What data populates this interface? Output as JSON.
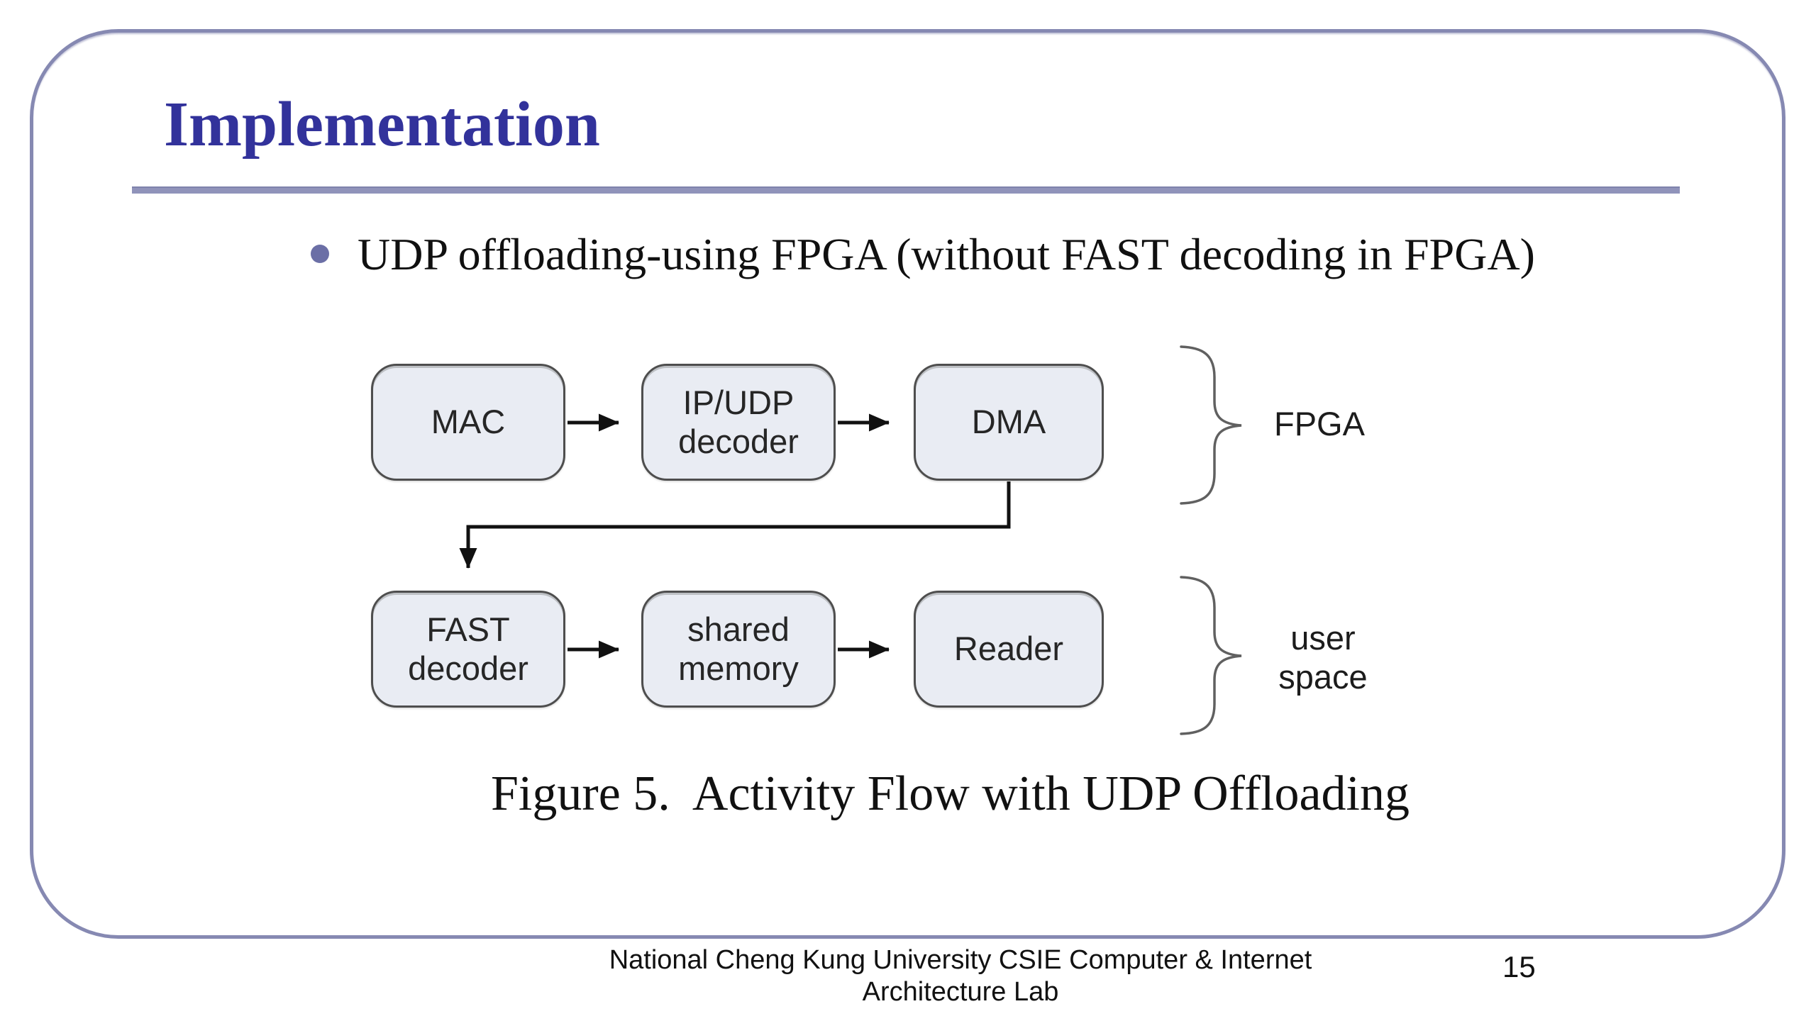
{
  "slide": {
    "title": "Implementation",
    "bullet": "UDP offloading-using FPGA (without FAST decoding in FPGA)",
    "figure_caption": "Figure 5.  Activity Flow with UDP Offloading",
    "footer": {
      "line1": "National Cheng Kung University CSIE Computer & Internet",
      "line2": "Architecture Lab"
    },
    "page_number": "15"
  },
  "diagram": {
    "rows": [
      {
        "group": "FPGA",
        "boxes": [
          {
            "label": "MAC"
          },
          {
            "label": "IP/UDP\ndecoder"
          },
          {
            "label": "DMA"
          }
        ]
      },
      {
        "group": "user\nspace",
        "boxes": [
          {
            "label": "FAST\ndecoder"
          },
          {
            "label": "shared\nmemory"
          },
          {
            "label": "Reader"
          }
        ]
      }
    ],
    "edges": [
      {
        "from": "MAC",
        "to": "IP/UDP decoder"
      },
      {
        "from": "IP/UDP decoder",
        "to": "DMA"
      },
      {
        "from": "DMA",
        "to": "FAST decoder"
      },
      {
        "from": "FAST decoder",
        "to": "shared memory"
      },
      {
        "from": "shared memory",
        "to": "Reader"
      }
    ]
  },
  "colors": {
    "title_text": "#32329b",
    "slide_border": "#8689b2",
    "title_rule": "#9093ba",
    "bullet_dot": "#6b6fa6",
    "box_fill": "#e9ecf3",
    "box_border": "#4e4e4e",
    "arrow": "#111111",
    "brace": "#606060"
  }
}
